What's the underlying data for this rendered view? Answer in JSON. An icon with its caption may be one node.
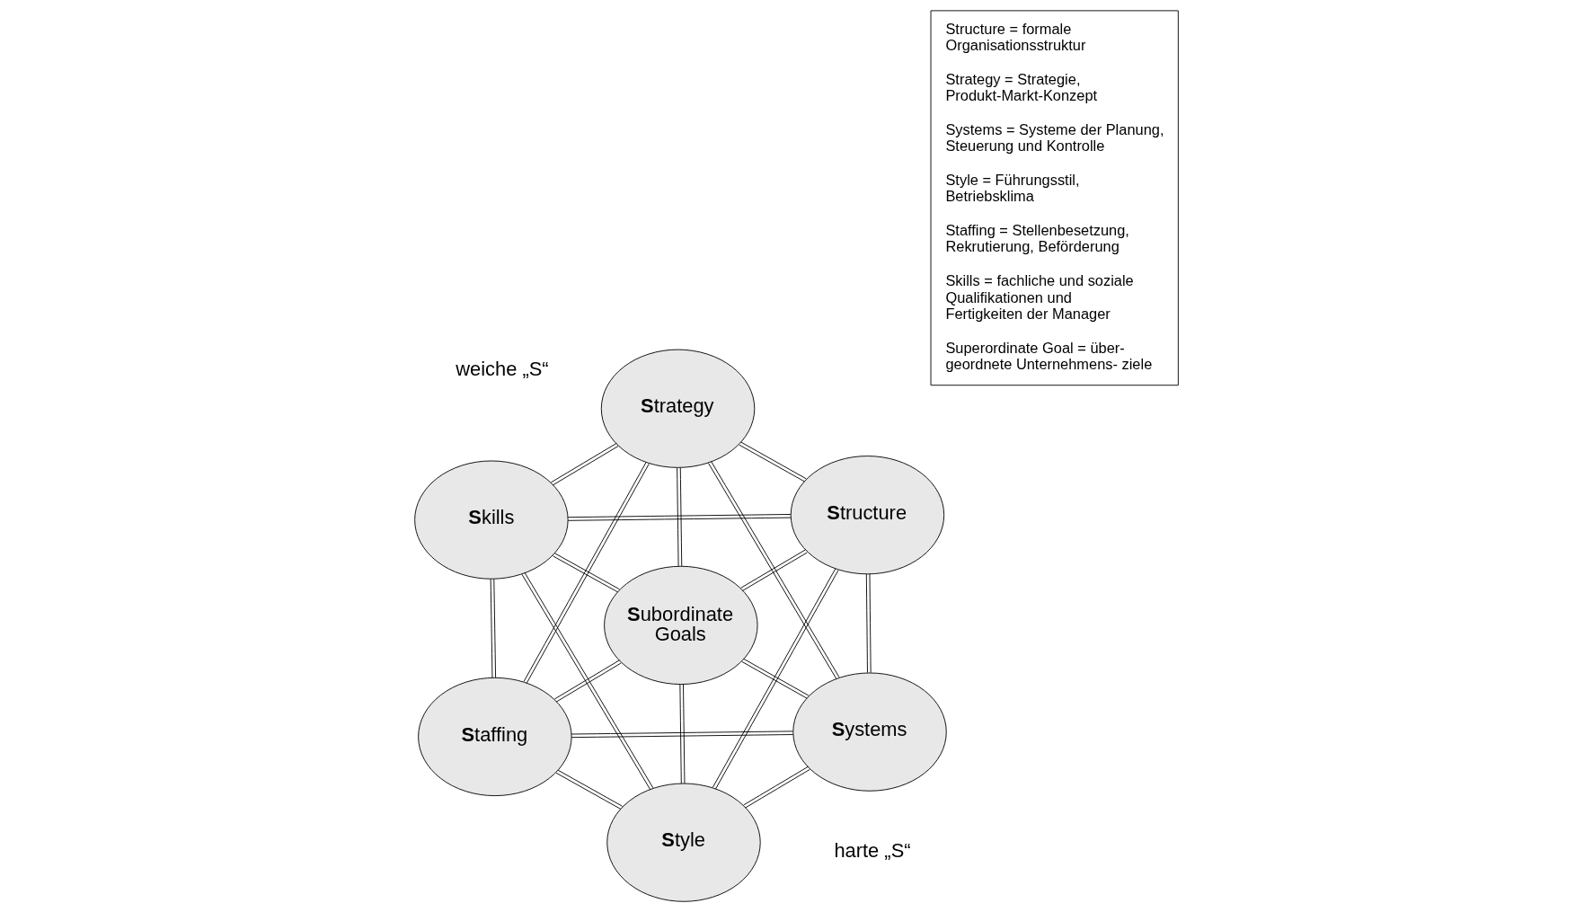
{
  "diagram": {
    "nodes": [
      {
        "text": [
          "**S**tructure"
        ]
      },
      {
        "text": [
          "**S**trategy"
        ]
      },
      {
        "text": [
          "**S**ystems"
        ]
      },
      {
        "text": [
          "**S**ubordinate Goals"
        ]
      },
      {
        "text": [
          "**S**kills"
        ]
      },
      {
        "text": [
          "**S**tyle"
        ]
      },
      {
        "text": [
          "**S**taffing"
        ]
      },
      {
        "text": [
          "Structure = formale Organisationsstruktur",
          "Strategy = Strategie, Produkt-Markt-Konzept",
          "Systems = Systeme der Planung, Steuerung und Kontrolle",
          "Style = Führungsstil, Betriebsklima",
          "Staffing = Stellenbesetzung, Rekrutierung, Beförderung",
          "Skills = fachliche und soziale Qualifikationen und Fertigkeiten der Manager",
          "Superordinate Goal = über- geordnete Unternehmens- ziele"
        ]
      }
    ],
    "edges": [
      {
        "from": 0,
        "to": 1,
        "arrow": "none"
      },
      {
        "from": 0,
        "to": 2,
        "arrow": "none"
      },
      {
        "from": 1,
        "to": 4,
        "arrow": "none"
      },
      {
        "from": 2,
        "to": 5,
        "arrow": "none"
      },
      {
        "from": 4,
        "to": 6,
        "arrow": "none"
      },
      {
        "from": 5,
        "to": 6,
        "arrow": "none"
      },
      {
        "from": 3,
        "to": 0,
        "arrow": "none"
      },
      {
        "from": 3,
        "to": 1,
        "arrow": "none"
      },
      {
        "from": 3,
        "to": 2,
        "arrow": "none"
      },
      {
        "from": 3,
        "to": 4,
        "arrow": "none"
      },
      {
        "from": 3,
        "to": 5,
        "arrow": "none"
      },
      {
        "from": 3,
        "to": 6,
        "arrow": "none"
      },
      {
        "from": 1,
        "to": 2,
        "arrow": "none"
      },
      {
        "from": 4,
        "to": 5,
        "arrow": "none"
      },
      {
        "from": 0,
        "to": 4,
        "arrow": "none"
      },
      {
        "from": 0,
        "to": 5,
        "arrow": "none"
      },
      {
        "from": 1,
        "to": 6,
        "arrow": "none"
      },
      {
        "from": 2,
        "to": 6,
        "arrow": "none"
      }
    ],
    "labels": [
      "harte „S“",
      "weiche „S“"
    ]
  }
}
